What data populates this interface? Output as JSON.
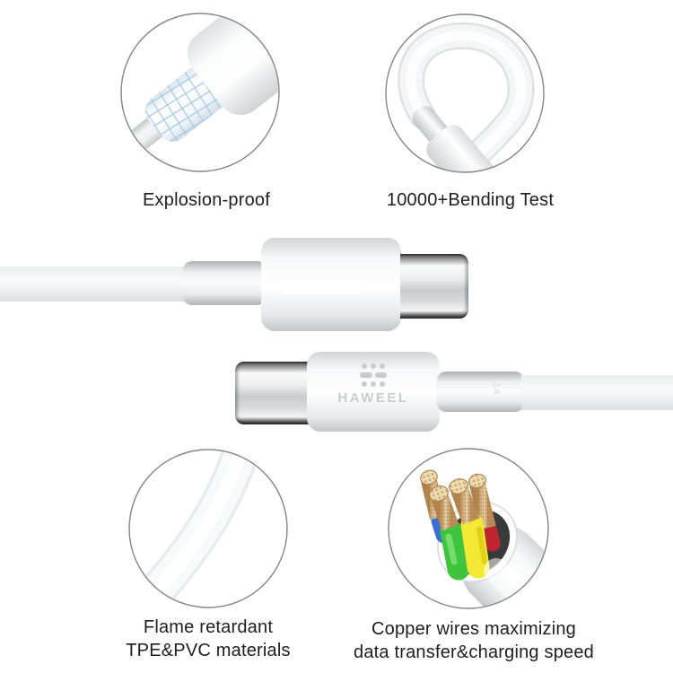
{
  "brand": {
    "name": "HAWEEL",
    "connector_marking": "1A"
  },
  "features": {
    "explosion": {
      "label": "Explosion-proof"
    },
    "bending": {
      "label": "10000+Bending Test"
    },
    "flame": {
      "line1": "Flame retardant",
      "line2": "TPE&PVC materials"
    },
    "copper": {
      "line1": "Copper wires maximizing",
      "line2": "data transfer&charging speed"
    }
  },
  "colors": {
    "mesh_blue": "#a6c8e2",
    "wire_blue": "#3b6fd1",
    "wire_green": "#3ec43d",
    "wire_yellow": "#f3e833",
    "wire_red": "#bf2531",
    "copper_light": "#ecd9b2",
    "caption_text": "#1e1e1e",
    "circle_stroke": "#858585",
    "logo_gray": "#c9cbcd"
  }
}
